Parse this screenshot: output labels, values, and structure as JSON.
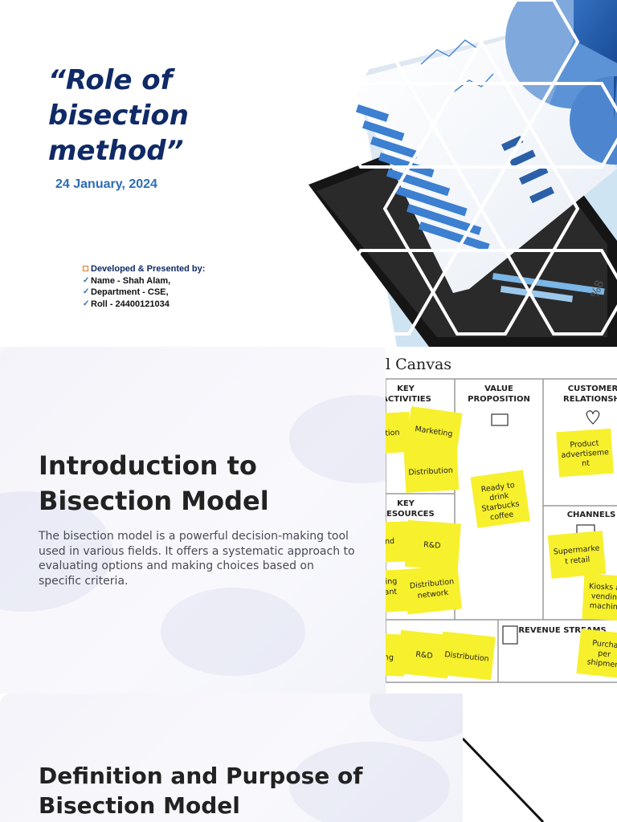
{
  "slide1": {
    "title": "“Role of bisection method”",
    "date": "24 January, 2024",
    "credits_heading": "Developed & Presented by:",
    "credits": [
      "Name - Shah Alam,",
      "Department - CSE,",
      "Roll - 24400121034"
    ]
  },
  "slide2": {
    "title": "Introduction to Bisection Model",
    "body": "The bisection model is a powerful decision-making tool used in various fields. It offers a systematic approach to evaluating options and making choices based on specific criteria.",
    "canvas": {
      "header": "l Canvas",
      "sections": {
        "key_activities": "KEY ACTIVITIES",
        "value_proposition": "VALUE PROPOSITION",
        "customer_relationships": "CUSTOMER RELATIONSHIP",
        "key_resources": "KEY RESOURCES",
        "channels": "CHANNELS",
        "revenue_streams": "REVENUE STREAMS"
      },
      "notes": {
        "n1": "tion",
        "n2": "Marketing",
        "n3": "Distribution",
        "n4": "Ready to drink Starbucks coffee",
        "n5": "Product advertiseme nt",
        "n6": "nd",
        "n7": "R&D",
        "n8": "ling ant",
        "n9": "Distribution network",
        "n10": "Supermarke t retail",
        "n11": "Kiosks a vendin machin",
        "n12": "ng",
        "n13": "R&D",
        "n14": "Distribution",
        "n15": "Purcha per shipmen"
      }
    }
  },
  "slide3": {
    "title": "Definition and Purpose of Bisection Model"
  },
  "colors": {
    "title_navy": "#0f2a66",
    "date_blue": "#2e6db3",
    "sticky_yellow": "#f7f02c"
  }
}
